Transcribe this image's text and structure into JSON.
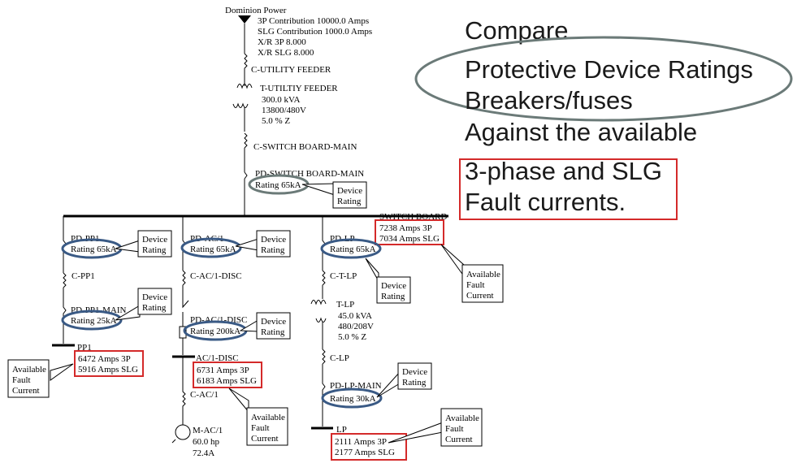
{
  "source": {
    "name": "Dominion Power",
    "lines": [
      "3P Contribution  10000.0 Amps",
      "SLG Contribution  1000.0 Amps",
      "X/R 3P 8.000",
      "X/R SLG 8.000"
    ]
  },
  "cable_utility": "C-UTILITY FEEDER",
  "transformer_utility": {
    "name": "T-UTILTIY FEEDER",
    "lines": [
      "300.0 kVA",
      "13800/480V",
      "5.0 % Z"
    ]
  },
  "cable_swbd": "C-SWITCH BOARD-MAIN",
  "pd_swbd": {
    "name": "PD-SWITCH BOARD-MAIN",
    "rating": "Rating 65kA"
  },
  "bus_swbd": {
    "name": "SWITCH BOARD",
    "fault": [
      "7238 Amps 3P",
      "7034 Amps SLG"
    ]
  },
  "pp1": {
    "pd": "PD-PP1",
    "pd_rating": "Rating 65kA",
    "cable": "C-PP1",
    "main": "PD-PP1-MAIN",
    "main_rating": "Rating 25kA",
    "bus": "PP1",
    "fault": [
      "6472 Amps 3P",
      "5916 Amps SLG"
    ]
  },
  "ac1": {
    "pd": "PD-AC/1",
    "pd_rating": "Rating 65kA",
    "cable": "C-AC/1-DISC",
    "disc": "PD-AC/1-DISC",
    "disc_rating": "Rating 200kA",
    "bus": "AC/1-DISC",
    "fault": [
      "6731 Amps 3P",
      "6183 Amps SLG"
    ],
    "cable2": "C-AC/1",
    "motor": "M-AC/1",
    "motor_lines": [
      "60.0 hp",
      "72.4A"
    ]
  },
  "lp": {
    "pd": "PD-LP",
    "pd_rating": "Rating 65kA",
    "cable": "C-T-LP",
    "xfmr": "T-LP",
    "xfmr_lines": [
      "45.0 kVA",
      "480/208V",
      "5.0 % Z"
    ],
    "cable2": "C-LP",
    "main": "PD-LP-MAIN",
    "main_rating": "Rating 30kA",
    "bus": "LP",
    "fault": [
      "2111 Amps 3P",
      "2177 Amps SLG"
    ]
  },
  "callouts": {
    "device_rating": [
      "Device",
      "Rating"
    ],
    "available_fault": [
      "Available",
      "Fault",
      "Current"
    ]
  },
  "text": {
    "compare": "Compare",
    "line1": "Protective Device Ratings",
    "line2": "Breakers/fuses",
    "line3": "Against the available",
    "line4": "3-phase and SLG",
    "line5": "Fault currents."
  },
  "colors": {
    "red": "#d42a2a",
    "oval_blue": "#3a5a85",
    "oval_grey": "#6b7a78"
  }
}
